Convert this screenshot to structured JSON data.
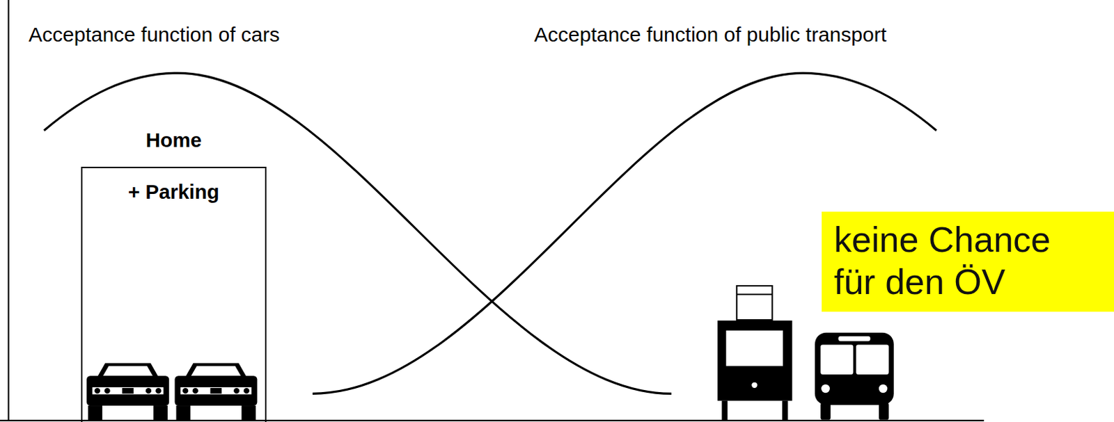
{
  "diagram": {
    "nodes": [
      {
        "text": [
          "Home",
          "+ Parking"
        ]
      },
      {
        "text": [
          "keine Chance für den ÖV"
        ]
      }
    ],
    "labels": [
      "Acceptance function of cars",
      "Acceptance function of public transport"
    ]
  }
}
